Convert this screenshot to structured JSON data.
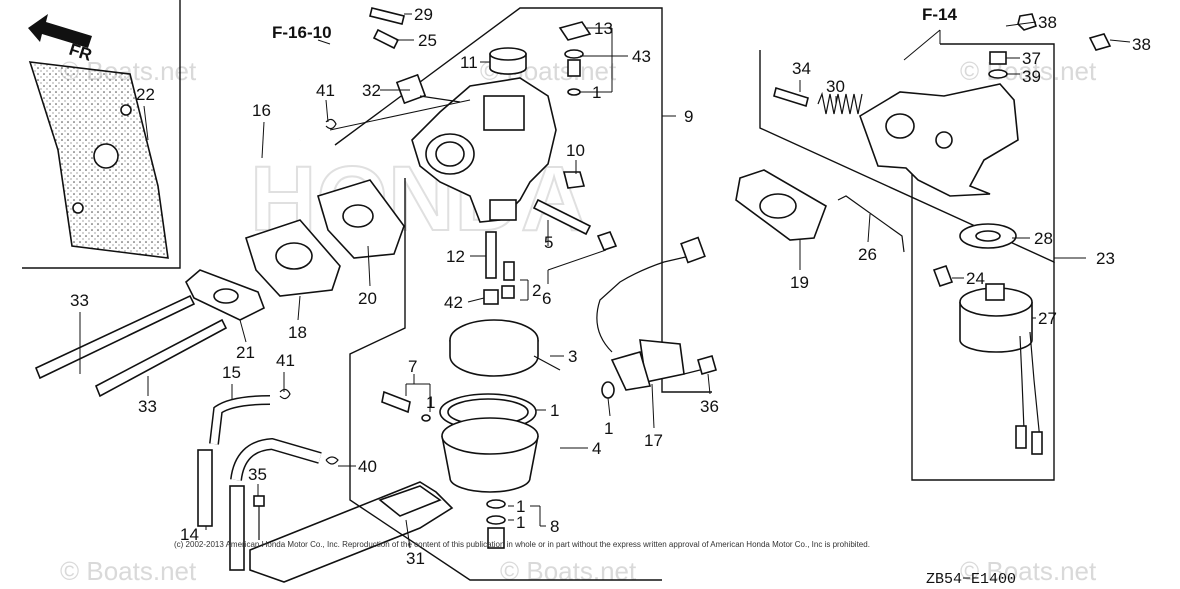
{
  "watermark": {
    "text": "© Boats.net"
  },
  "front_marker": {
    "label": "FR"
  },
  "references": {
    "f16": "F-16-10",
    "f14": "F-14"
  },
  "callouts": {
    "c1": "1",
    "c2": "2",
    "c3": "3",
    "c4": "4",
    "c5": "5",
    "c6": "6",
    "c7": "7",
    "c8": "8",
    "c9": "9",
    "c10": "10",
    "c11": "11",
    "c12": "12",
    "c13": "13",
    "c14": "14",
    "c15": "15",
    "c16": "16",
    "c17": "17",
    "c18": "18",
    "c19": "19",
    "c20": "20",
    "c21": "21",
    "c22": "22",
    "c23": "23",
    "c24": "24",
    "c25": "25",
    "c26": "26",
    "c27": "27",
    "c28": "28",
    "c29": "29",
    "c30": "30",
    "c31": "31",
    "c32": "32",
    "c33": "33",
    "c34": "34",
    "c35": "35",
    "c36": "36",
    "c37": "37",
    "c38": "38",
    "c39": "39",
    "c40": "40",
    "c41": "41",
    "c42": "42",
    "c43": "43"
  },
  "copyright": "(c) 2002-2013 American Honda Motor Co., Inc. Reproduction of the content of this publication in whole or in part without the express written approval of American Honda Motor Co., Inc is prohibited.",
  "diagram_code": "ZB54−E1400"
}
